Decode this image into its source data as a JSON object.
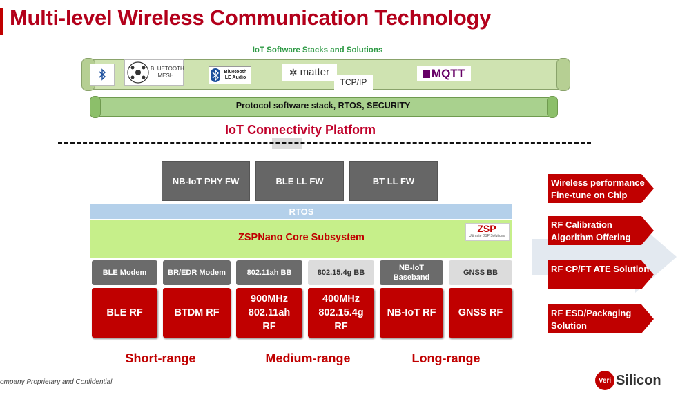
{
  "title": "Multi-level Wireless Communication Technology",
  "software_stacks": {
    "label": "IoT Software Stacks and Solutions",
    "logos": [
      "BLUETOOTH MESH",
      "Bluetooth LE Audio",
      "matter",
      "MQTT"
    ],
    "tcpip": "TCP/IP",
    "protocol_label": "Protocol software stack, RTOS, SECURITY"
  },
  "platform_label": "IoT Connectivity Platform",
  "firmware": [
    "NB-IoT PHY FW",
    "BLE LL FW",
    "BT LL FW"
  ],
  "rtos_label": "RTOS",
  "core_label": "ZSPNano Core Subsystem",
  "zsp_logo": {
    "text": "ZSP",
    "sub": "Ultimate DSP Solutions"
  },
  "basebands": [
    {
      "label": "BLE Modem"
    },
    {
      "label": "BR/EDR Modem"
    },
    {
      "label": "802.11ah BB"
    },
    {
      "label": "802.15.4g BB"
    },
    {
      "label": "NB-IoT Baseband"
    },
    {
      "label": "GNSS BB"
    }
  ],
  "rf_blocks": [
    "BLE RF",
    "BTDM RF",
    "900MHz 802.11ah RF",
    "400MHz 802.15.4g RF",
    "NB-IoT RF",
    "GNSS RF"
  ],
  "ranges": [
    "Short-range",
    "Medium-range",
    "Long-range"
  ],
  "solutions": [
    "Wireless performance Fine-tune on Chip",
    "RF Calibration Algorithm Offering",
    "RF CP/FT ATE Solution",
    "RF ESD/Packaging Solution"
  ],
  "footer": "ompany Proprietary and Confidential",
  "company_logo": {
    "mark": "Veri",
    "text": "Silicon"
  },
  "colors": {
    "brand_red": "#c00000",
    "green": "#2e9a45",
    "core_green": "#c6ef8a",
    "rtos_blue": "#b4d0ea"
  }
}
